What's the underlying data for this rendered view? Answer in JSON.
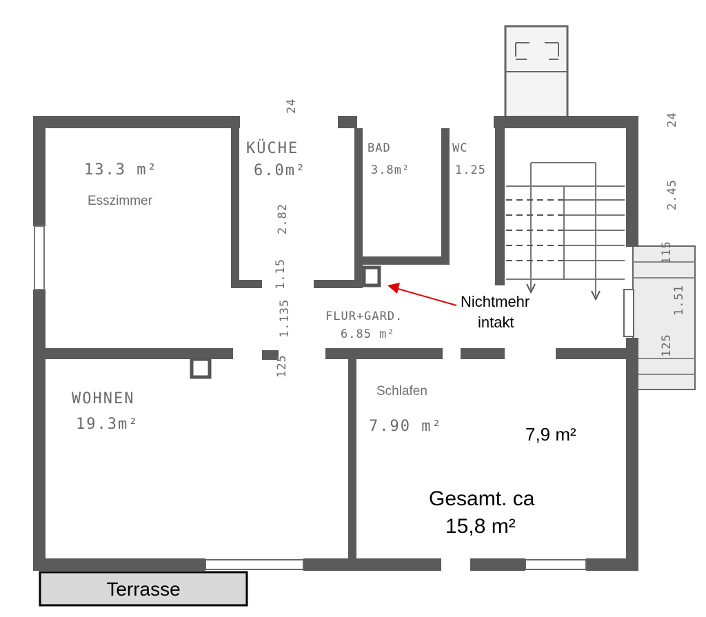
{
  "rooms": {
    "esszimmer": {
      "area": "13.3 m²",
      "label": "Esszimmer"
    },
    "kueche": {
      "name": "KÜCHE",
      "area": "6.0m²"
    },
    "bad": {
      "name": "BAD",
      "area": "3.8m²"
    },
    "wc": {
      "name": "WC",
      "area": "1.25"
    },
    "flur": {
      "name": "FLUR+GARD.",
      "area": "6.85 m²"
    },
    "wohnen": {
      "name": "WOHNEN",
      "area": "19.3m²"
    },
    "schlafen": {
      "label": "Schlafen",
      "area": "7.90 m²"
    }
  },
  "dimensions": {
    "top_24": "24",
    "kueche_282": "2.82",
    "hall_115": "1.15",
    "hall_1135": "1.135",
    "hall_125": "125",
    "right_24": "24",
    "right_245": "2.45",
    "balcony_115": "115",
    "balcony_151": "1.51",
    "balcony_125": "125"
  },
  "annotations": {
    "nicht_line1": "Nichtmehr",
    "nicht_line2": "intakt",
    "area_79": "7,9 m²",
    "gesamt_line1": "Gesamt. ca",
    "gesamt_line2": "15,8 m²",
    "arrow_color": "#e00000"
  },
  "terrasse": {
    "label": "Terrasse"
  }
}
